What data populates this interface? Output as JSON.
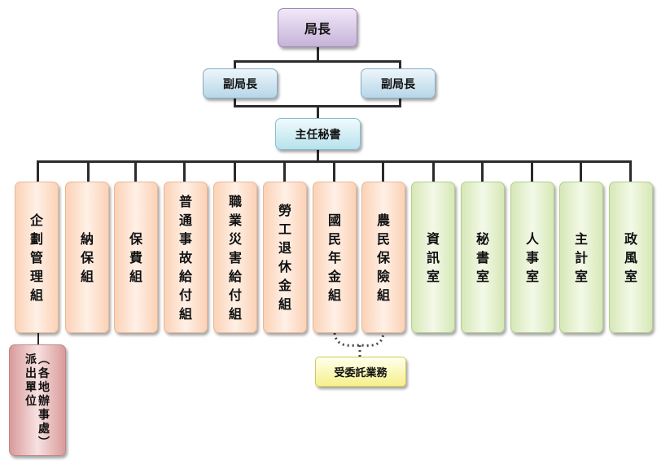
{
  "director": "局長",
  "deputy_directors": [
    "副局長",
    "副局長"
  ],
  "chief_secretary": "主任秘書",
  "divisions": [
    {
      "name": "企劃管理組",
      "group": "business"
    },
    {
      "name": "納保組",
      "group": "business"
    },
    {
      "name": "保費組",
      "group": "business"
    },
    {
      "name": "普通事故給付組",
      "group": "business"
    },
    {
      "name": "職業災害給付組",
      "group": "business"
    },
    {
      "name": "勞工退休金組",
      "group": "business"
    },
    {
      "name": "國民年金組",
      "group": "business"
    },
    {
      "name": "農民保險組",
      "group": "business"
    },
    {
      "name": "資訊室",
      "group": "support"
    },
    {
      "name": "秘書室",
      "group": "support"
    },
    {
      "name": "人事室",
      "group": "support"
    },
    {
      "name": "主計室",
      "group": "support"
    },
    {
      "name": "政風室",
      "group": "support"
    }
  ],
  "field_unit": {
    "line1": "派出單位",
    "line2": "（各地辦事處）"
  },
  "commissioned_tasks": "受委託業務",
  "colors": {
    "director": "#c6b3d9",
    "deputy": "#b7d6e8",
    "chief_secretary": "#b8e2ed",
    "business_division": "#fbd2b6",
    "support_office": "#d6e8b6",
    "field_unit": "#d99a9a",
    "commissioned": "#f6f08a",
    "connector": "#2b2b2b"
  }
}
